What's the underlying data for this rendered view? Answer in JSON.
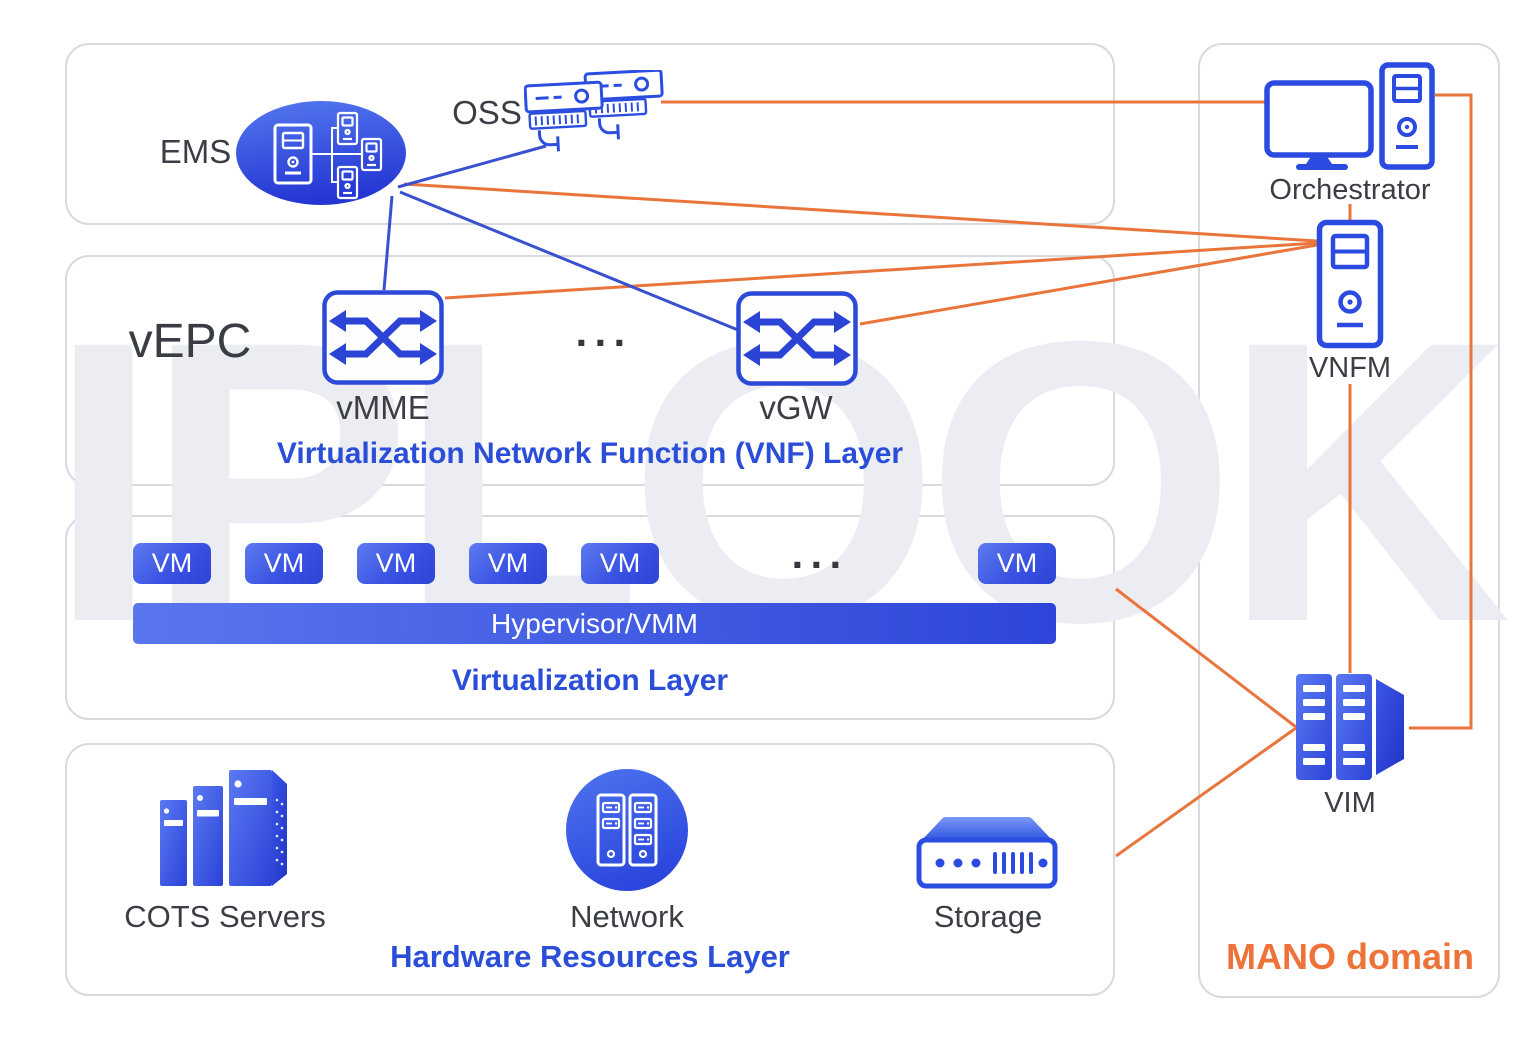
{
  "watermark": "IPLOOK",
  "colors": {
    "accent_blue": "#2b4ed8",
    "icon_blue": "#2c49d8",
    "line_blue": "#3a51cf",
    "line_orange": "#e9753c",
    "mano_orange": "#ed7338"
  },
  "management_layer": {
    "ems_label": "EMS",
    "oss_label": "OSS"
  },
  "vnf_layer": {
    "vepc_label": "vEPC",
    "vmme_label": "vMME",
    "vgw_label": "vGW",
    "ellipsis": "···",
    "title": "Virtualization Network Function (VNF) Layer"
  },
  "virtualization_layer": {
    "vms": [
      "VM",
      "VM",
      "VM",
      "VM",
      "VM",
      "VM"
    ],
    "ellipsis": "···",
    "hypervisor_label": "Hypervisor/VMM",
    "title": "Virtualization Layer"
  },
  "hardware_layer": {
    "cots_label": "COTS Servers",
    "network_label": "Network",
    "storage_label": "Storage",
    "title": "Hardware Resources Layer"
  },
  "mano": {
    "orchestrator_label": "Orchestrator",
    "vnfm_label": "VNFM",
    "vim_label": "VIM",
    "domain_label": "MANO domain"
  }
}
